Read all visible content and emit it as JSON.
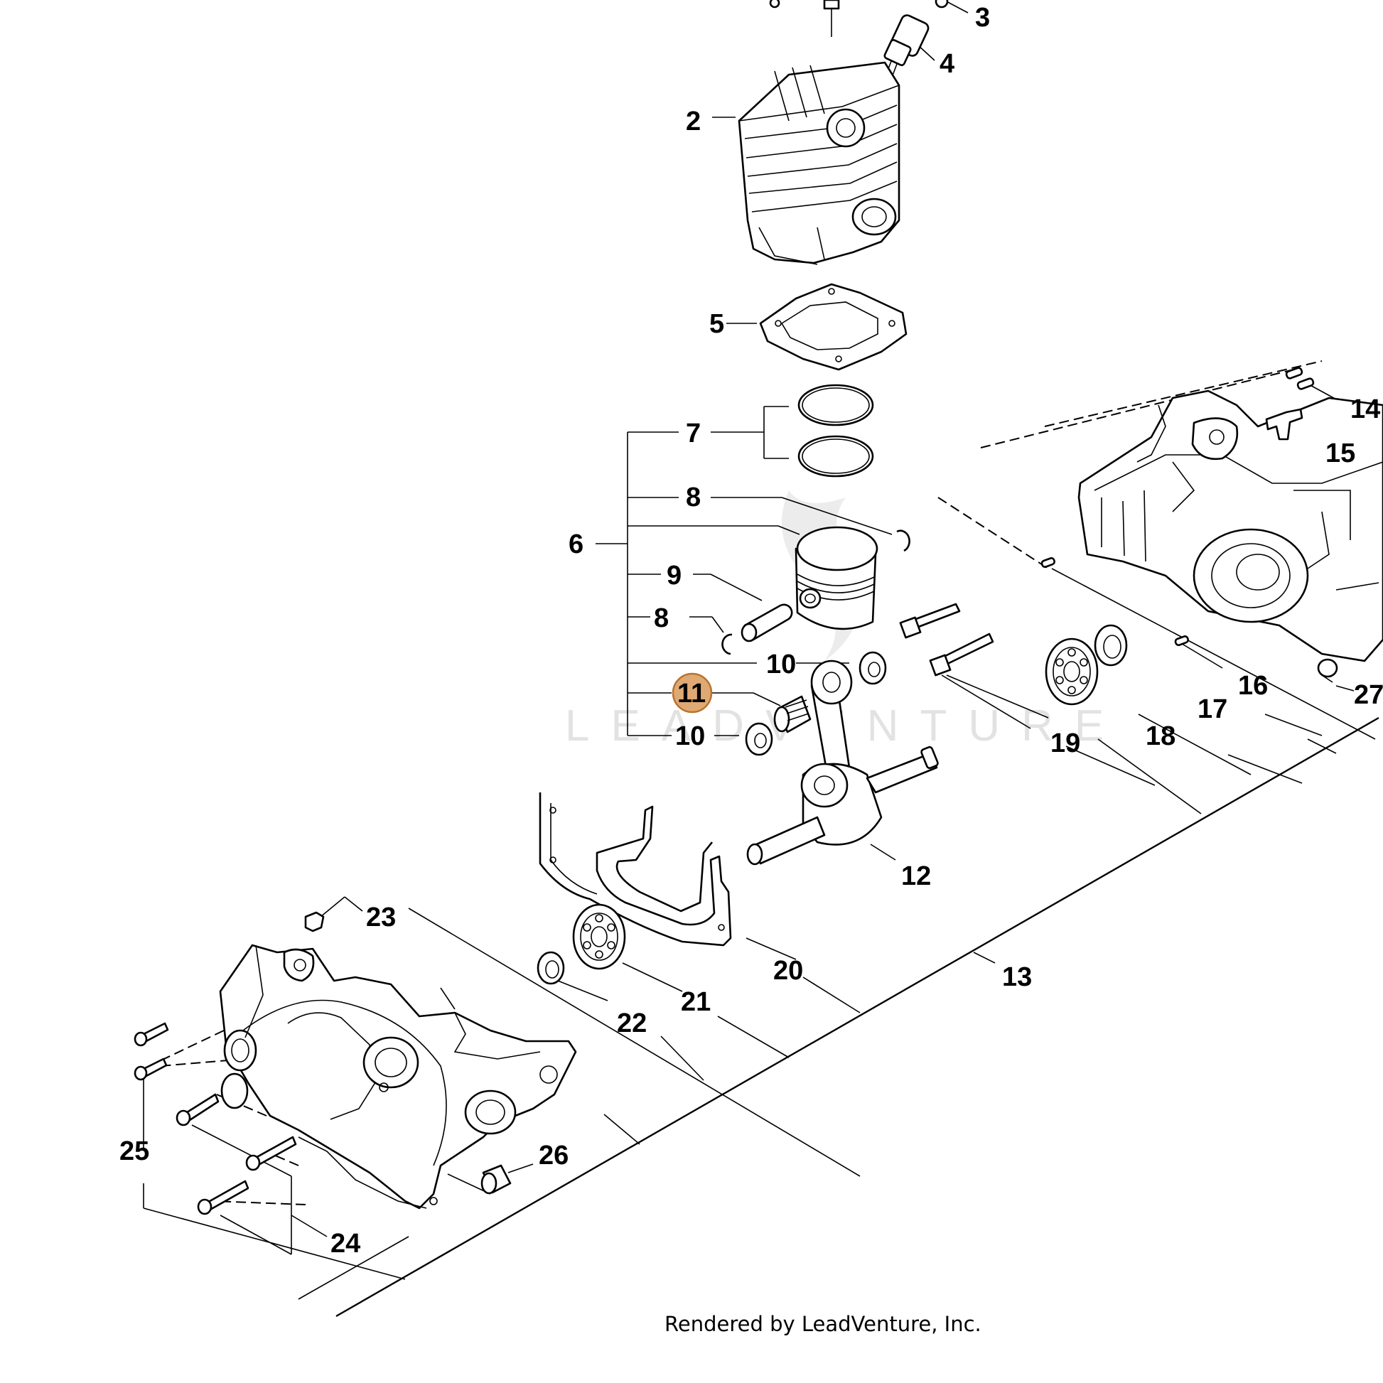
{
  "watermark": "LEADVENTURE",
  "footer": "Rendered by LeadVenture, Inc.",
  "highlight_color": "#d99a5c",
  "highlighted_callout": "11",
  "callouts": {
    "c2": "2",
    "c3": "3",
    "c4": "4",
    "c5": "5",
    "c6": "6",
    "c7": "7",
    "c8a": "8",
    "c8b": "8",
    "c9": "9",
    "c10a": "10",
    "c10b": "10",
    "c11": "11",
    "c12": "12",
    "c13": "13",
    "c14": "14",
    "c15": "15",
    "c16": "16",
    "c17": "17",
    "c18": "18",
    "c19": "19",
    "c20": "20",
    "c21": "21",
    "c22": "22",
    "c23": "23",
    "c24": "24",
    "c25": "25",
    "c26": "26",
    "c27": "27"
  }
}
